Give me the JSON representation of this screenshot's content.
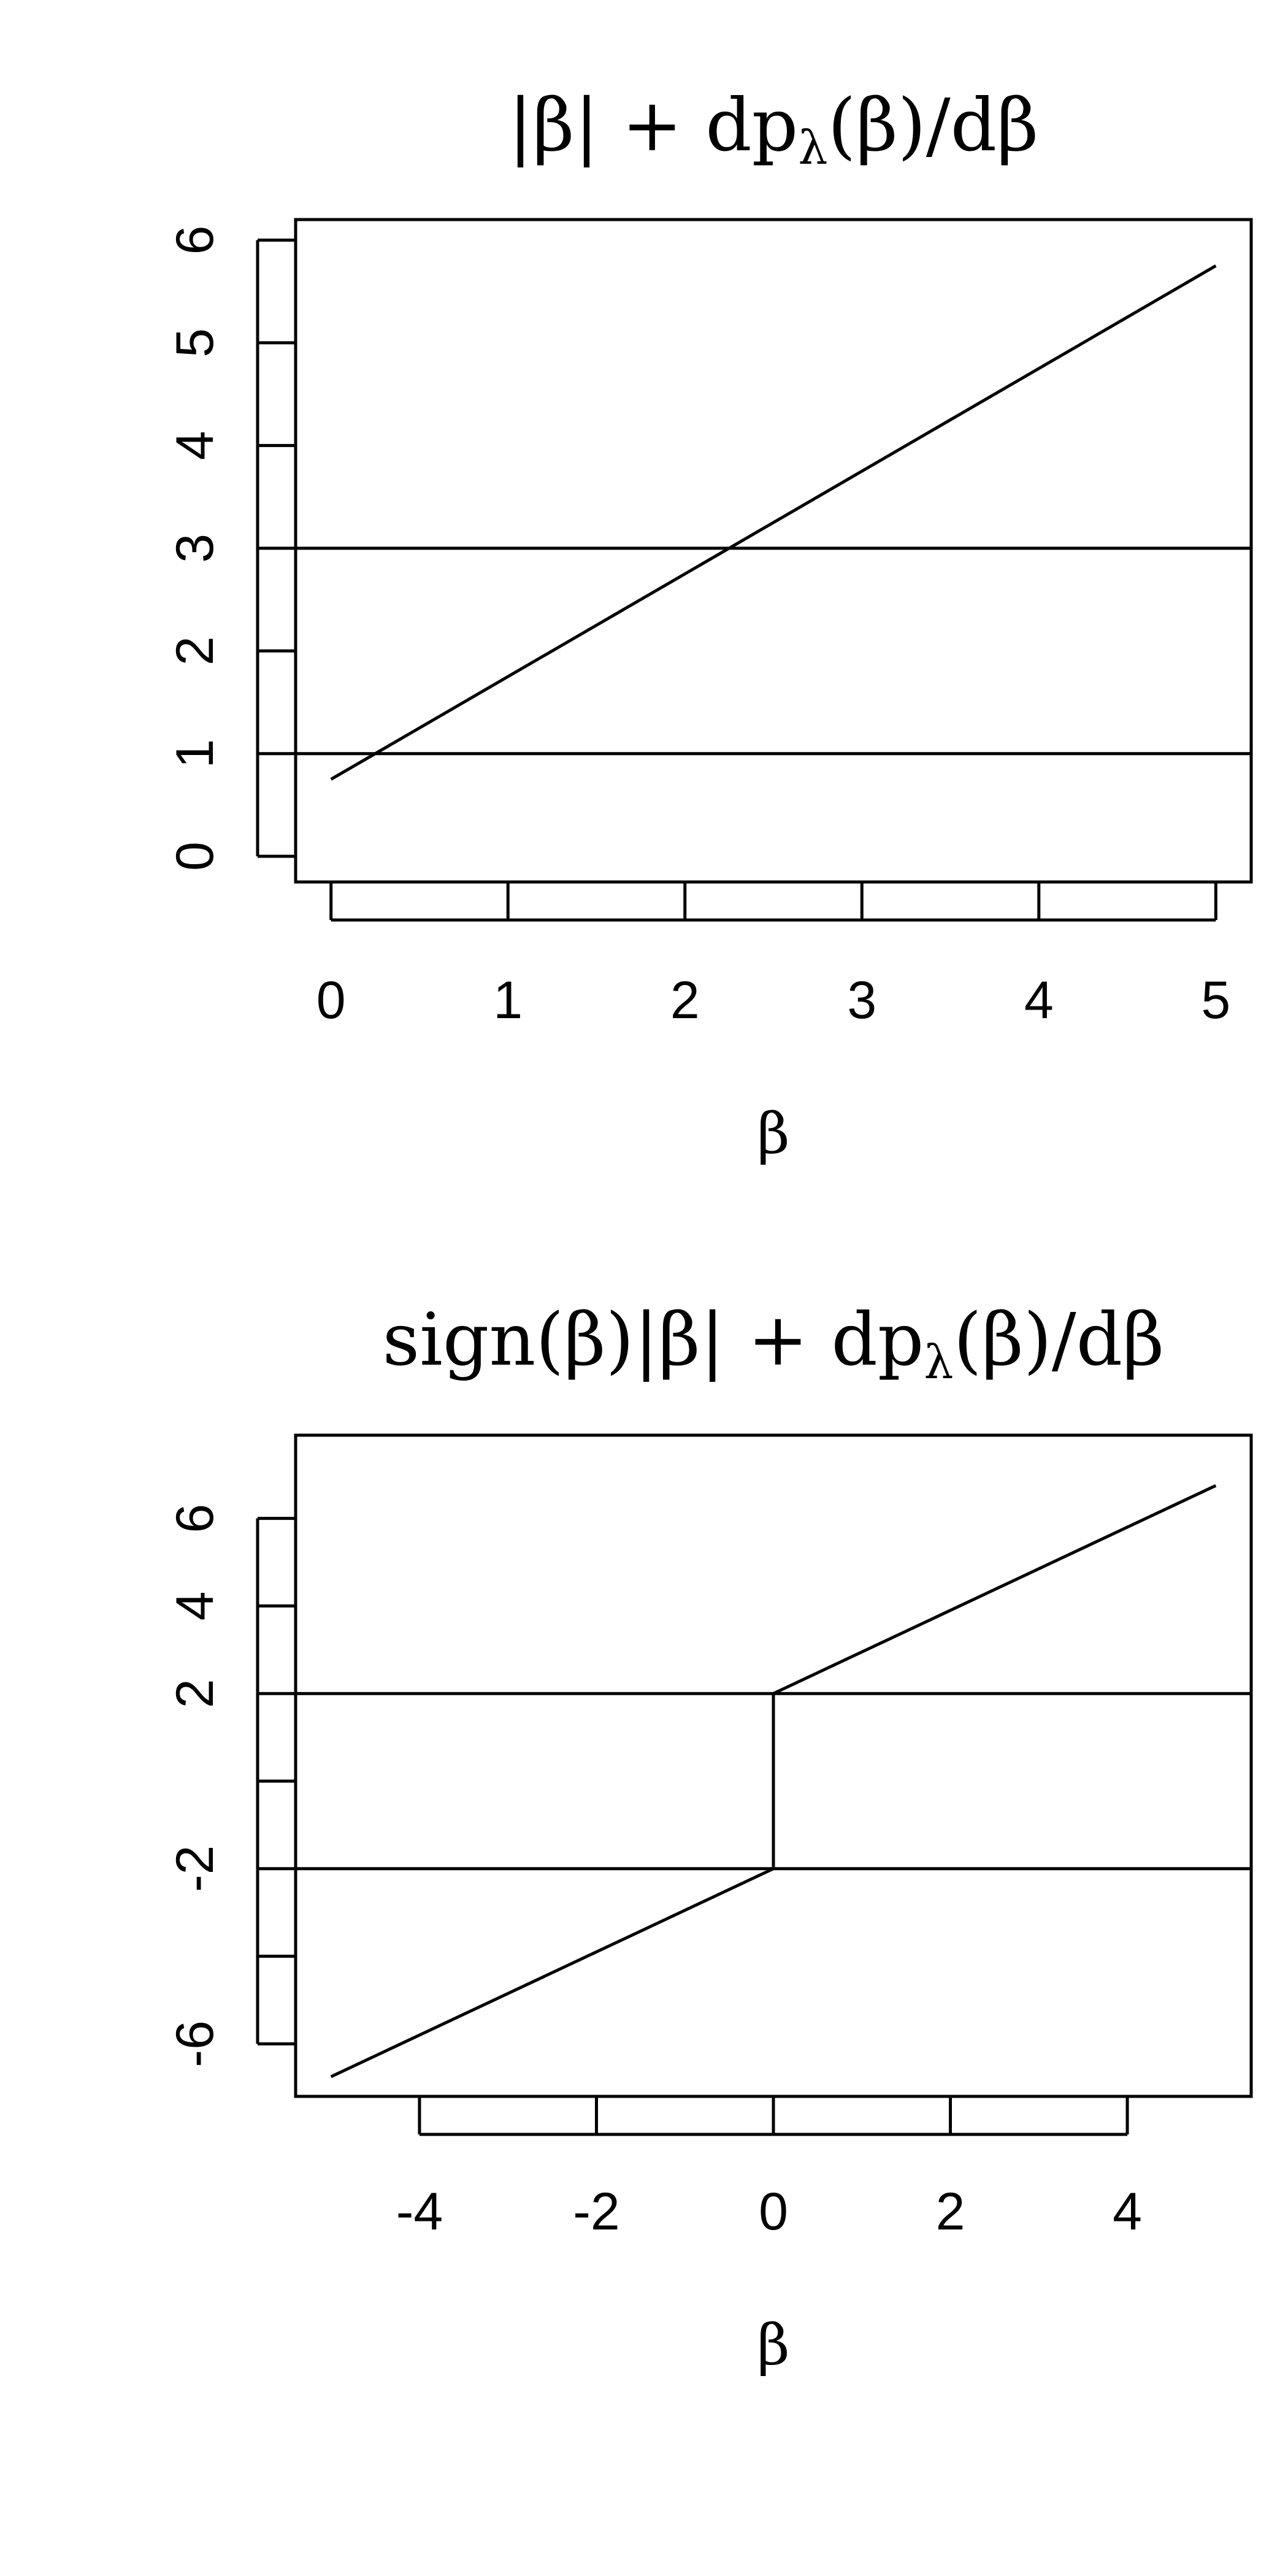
{
  "chart_data": [
    {
      "type": "line",
      "title": "|β| + dp_λ(β)/dβ",
      "title_parts": {
        "pre": "|β| + dp",
        "sub": "λ",
        "post": "(β)/dβ"
      },
      "xlabel": "β",
      "ylabel": "",
      "xlim": [
        -0.2,
        5.2
      ],
      "ylim": [
        -0.25,
        6.2
      ],
      "xticks": [
        0,
        1,
        2,
        3,
        4,
        5
      ],
      "xtick_labels": [
        "0",
        "1",
        "2",
        "3",
        "4",
        "5"
      ],
      "yticks": [
        0,
        1,
        2,
        3,
        4,
        5,
        6
      ],
      "ytick_labels": [
        "0",
        "1",
        "2",
        "3",
        "4",
        "5",
        "6"
      ],
      "grid": false,
      "series": [
        {
          "x": [
            0,
            5
          ],
          "y": [
            0.75,
            5.75
          ]
        }
      ],
      "hlines": [
        1,
        3
      ]
    },
    {
      "type": "line",
      "title": "sign(β)|β| + dp_λ(β)/dβ",
      "title_parts": {
        "pre": "sign(β)|β| + dp",
        "sub": "λ",
        "post": "(β)/dβ"
      },
      "xlabel": "β",
      "ylabel": "",
      "xlim": [
        -5.4,
        5.4
      ],
      "ylim": [
        -7.2,
        7.9
      ],
      "xticks": [
        -4,
        -2,
        0,
        2,
        4
      ],
      "xtick_labels": [
        "-4",
        "-2",
        "0",
        "2",
        "4"
      ],
      "yticks": [
        -6,
        -4,
        -2,
        0,
        2,
        4,
        6
      ],
      "ytick_labels": [
        "-6",
        "",
        "-2",
        "",
        "2",
        "4",
        "6"
      ],
      "grid": false,
      "series": [
        {
          "x": [
            -5,
            0,
            0,
            5
          ],
          "y": [
            -6.75,
            -2,
            2,
            6.75
          ]
        }
      ],
      "hlines": [
        -2,
        2
      ]
    }
  ]
}
